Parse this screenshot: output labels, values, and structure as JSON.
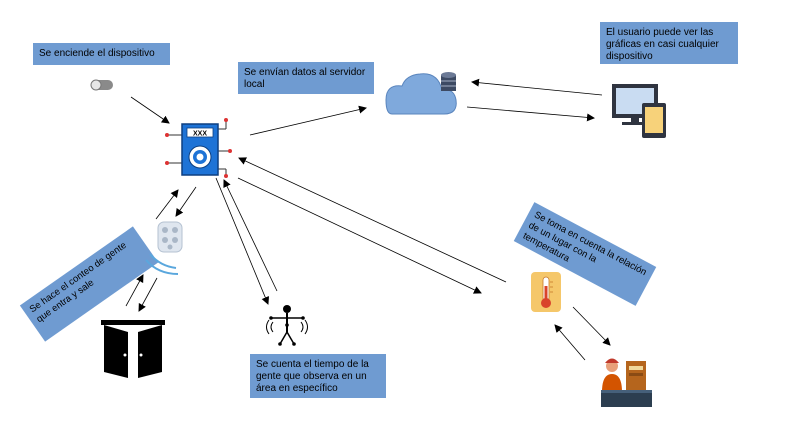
{
  "labels": {
    "device_on": "Se enciende el dispositivo",
    "send_data": "Se envían datos al servidor local",
    "user_view": "El usuario puede ver las gráficas en casi cualquier dispositivo",
    "count_people": "Se hace el conteo de gente que entra y sale",
    "time_watch": "Se cuenta el tiempo de la gente que observa en un área en específico",
    "temperature": "Se toma en cuenta la relación de un lugar con la temperatura"
  },
  "device": {
    "screen_text": "XXX"
  },
  "colors": {
    "box_fill": "#6f9bd1",
    "device_blue": "#1e73d6",
    "cloud_blue": "#7fa9dc",
    "thermo_yellow": "#f5c76a",
    "thermo_red": "#d9432b"
  }
}
